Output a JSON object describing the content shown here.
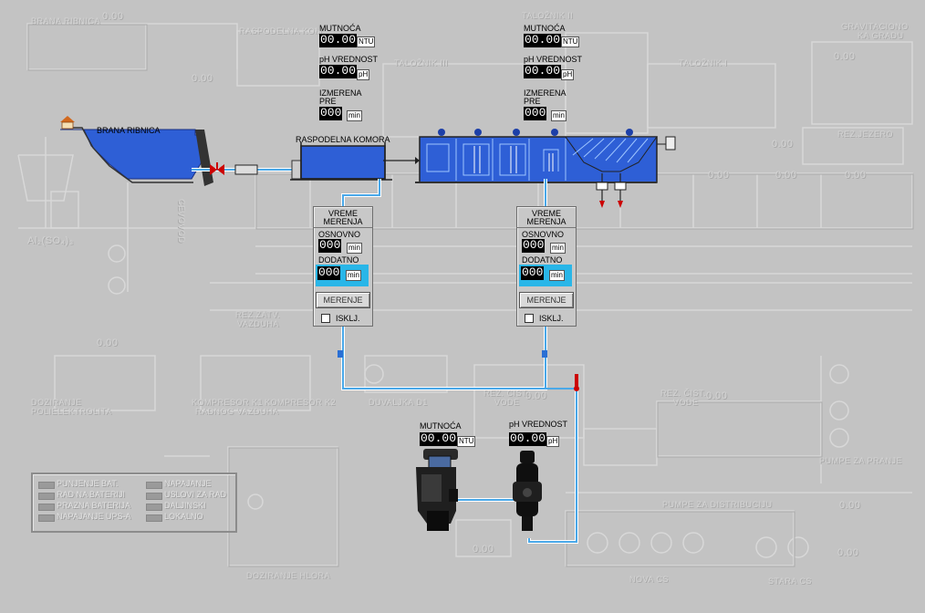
{
  "colors": {
    "water": "#2e5fd6",
    "pipe": "#4aa8e8",
    "accent_cyan": "#29b6e8",
    "background": "#c3c3c3"
  },
  "ghost_labels": {
    "brana_ribnica_top": "BRANA RIBNICA",
    "raspodelna_top": "RASPODELNA KOM",
    "talognik_ii": "TALOŽNIK II",
    "talognik_iii": "TALOŽNIK III",
    "talognik_i": "TALOŽNIK I",
    "gravitaciono": "GRAVITACIONO",
    "ka_gradu": "KA GRADU",
    "rez_jezero": "REZ.JEZERO",
    "al2so4": "Al₂(SO₄)₃",
    "cevovod": "CEVOVOD",
    "rez_zatv": "REZ.ZATV.",
    "vazduha": "VAZDUHA",
    "doziranje_poli": "DOZIRANJE",
    "polielektrolita": "POLIELEKTROLITA",
    "kompresor_k1": "KOMPRESOR K1",
    "radnog_vazduha": "RADNOG VAZDUHA",
    "kompresor_k2": "KOMPRESOR K2",
    "duvaljka": "DUVALJKA D1",
    "rez_cist_vode1": "REZ. ČIST.",
    "vode1": "VODE",
    "rez_cist_vode2": "REZ. ČIST.",
    "vode2": "VODE",
    "pumpe_pranje": "PUMPE ZA PRANJE",
    "pumpe_distribuciju": "PUMPE ZA DISTRIBUCIJU",
    "doziranje_hlora": "DOZIRANJE HLORA",
    "nova_cs": "NOVA CS",
    "stara_cs": "STARA CS"
  },
  "ghost_numbers": [
    "0.00",
    "0.00",
    "0.00",
    "0.00",
    "0.00",
    "0.00",
    "0.00",
    "0.00",
    "0.00",
    "0.00",
    "0.00",
    "0.00",
    "0.00"
  ],
  "top_left_indicators": {
    "mutnoca": {
      "label": "MUTNOĆA",
      "value": "00.00",
      "unit": "NTU"
    },
    "ph": {
      "label": "pH VREDNOST",
      "value": "00.00",
      "unit": "pH"
    },
    "izmerena": {
      "label": "IZMERENA",
      "label2": "PRE",
      "value": "000",
      "unit": "min"
    }
  },
  "top_right_indicators": {
    "mutnoca": {
      "label": "MUTNOĆA",
      "value": "00.00",
      "unit": "NTU"
    },
    "ph": {
      "label": "pH VREDNOST",
      "value": "00.00",
      "unit": "pH"
    },
    "izmerena": {
      "label": "IZMERENA",
      "label2": "PRE",
      "value": "000",
      "unit": "min"
    }
  },
  "process_labels": {
    "brana": "BRANA RIBNICA",
    "raspodelna": "RASPODELNA KOMORA"
  },
  "measurement_panels": [
    {
      "title1": "VREME",
      "title2": "MERENJA",
      "osnovno_label": "OSNOVNO",
      "osnovno_value": "000",
      "osnovno_unit": "min",
      "dodatno_label": "DODATNO",
      "dodatno_value": "000",
      "dodatno_unit": "min",
      "button": "MERENJE",
      "checkbox": "ISKLJ."
    },
    {
      "title1": "VREME",
      "title2": "MERENJA",
      "osnovno_label": "OSNOVNO",
      "osnovno_value": "000",
      "osnovno_unit": "min",
      "dodatno_label": "DODATNO",
      "dodatno_value": "000",
      "dodatno_unit": "min",
      "button": "MERENJE",
      "checkbox": "ISKLJ."
    }
  ],
  "bottom_indicators": {
    "mutnoca": {
      "label": "MUTNOĆA",
      "value": "00.00",
      "unit": "NTU"
    },
    "ph": {
      "label": "pH VREDNOST",
      "value": "00.00",
      "unit": "pH"
    }
  },
  "legend": {
    "left": [
      "PUNJENJE BAT.",
      "RAD NA BATERIJI",
      "PRAZNA BATERIJA",
      "NAPAJANJE UPS-A"
    ],
    "right": [
      "NAPAJANJE",
      "USLOVI ZA RAD",
      "DALJINSKI",
      "LOKALNO"
    ]
  }
}
